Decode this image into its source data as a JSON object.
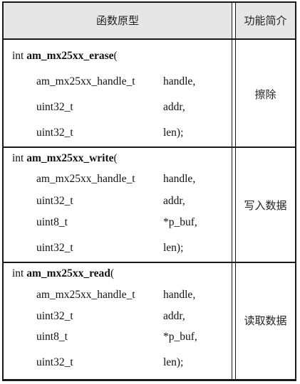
{
  "header": {
    "col1": "函数原型",
    "col2": "功能简介"
  },
  "rows": [
    {
      "prefix": "int ",
      "name": "am_mx25xx_erase",
      "paren": "(",
      "params": [
        {
          "type": "am_mx25xx_handle_t",
          "name": "handle,"
        },
        {
          "type": "uint32_t",
          "name": "addr,"
        },
        {
          "type": "uint32_t",
          "name": "len);"
        }
      ],
      "desc": "擦除"
    },
    {
      "prefix": "int ",
      "name": "am_mx25xx_write",
      "paren": "(",
      "params": [
        {
          "type": "am_mx25xx_handle_t",
          "name": "handle,"
        },
        {
          "type": "uint32_t",
          "name": "addr,"
        },
        {
          "type": "uint8_t",
          "name": "*p_buf,"
        },
        {
          "type": "uint32_t",
          "name": "len);"
        }
      ],
      "desc": "写入数据"
    },
    {
      "prefix": "int ",
      "name": "am_mx25xx_read",
      "paren": "(",
      "params": [
        {
          "type": "am_mx25xx_handle_t",
          "name": "handle,"
        },
        {
          "type": "uint32_t",
          "name": "addr,"
        },
        {
          "type": "uint8_t",
          "name": "*p_buf,"
        },
        {
          "type": "uint32_t",
          "name": "len);"
        }
      ],
      "desc": "读取数据"
    }
  ]
}
